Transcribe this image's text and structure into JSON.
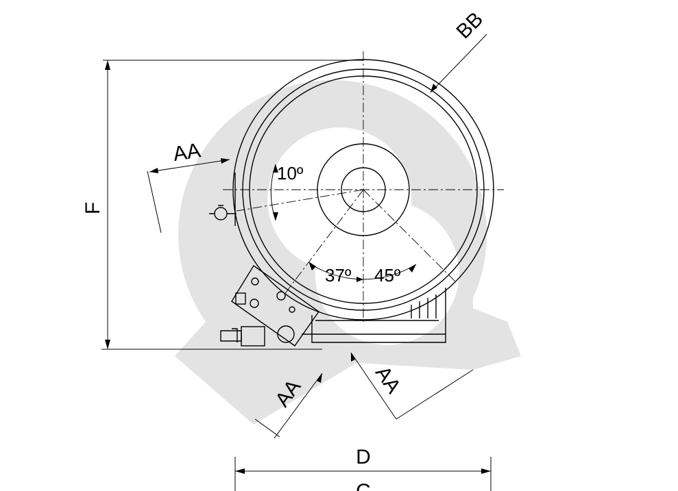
{
  "colors": {
    "background": "#ffffff",
    "line": "#000000",
    "watermark": "#e3e3e3"
  },
  "watermark": {
    "shape": "gray-c-logo"
  },
  "dimensions": {
    "F": "F",
    "D": "D",
    "C": "C",
    "BB": "BB",
    "AA_left": "AA",
    "AA_bottom_left": "AA",
    "AA_bottom_right": "AA"
  },
  "angles": {
    "a10": "10º",
    "a37": "37º",
    "a45": "45º"
  }
}
